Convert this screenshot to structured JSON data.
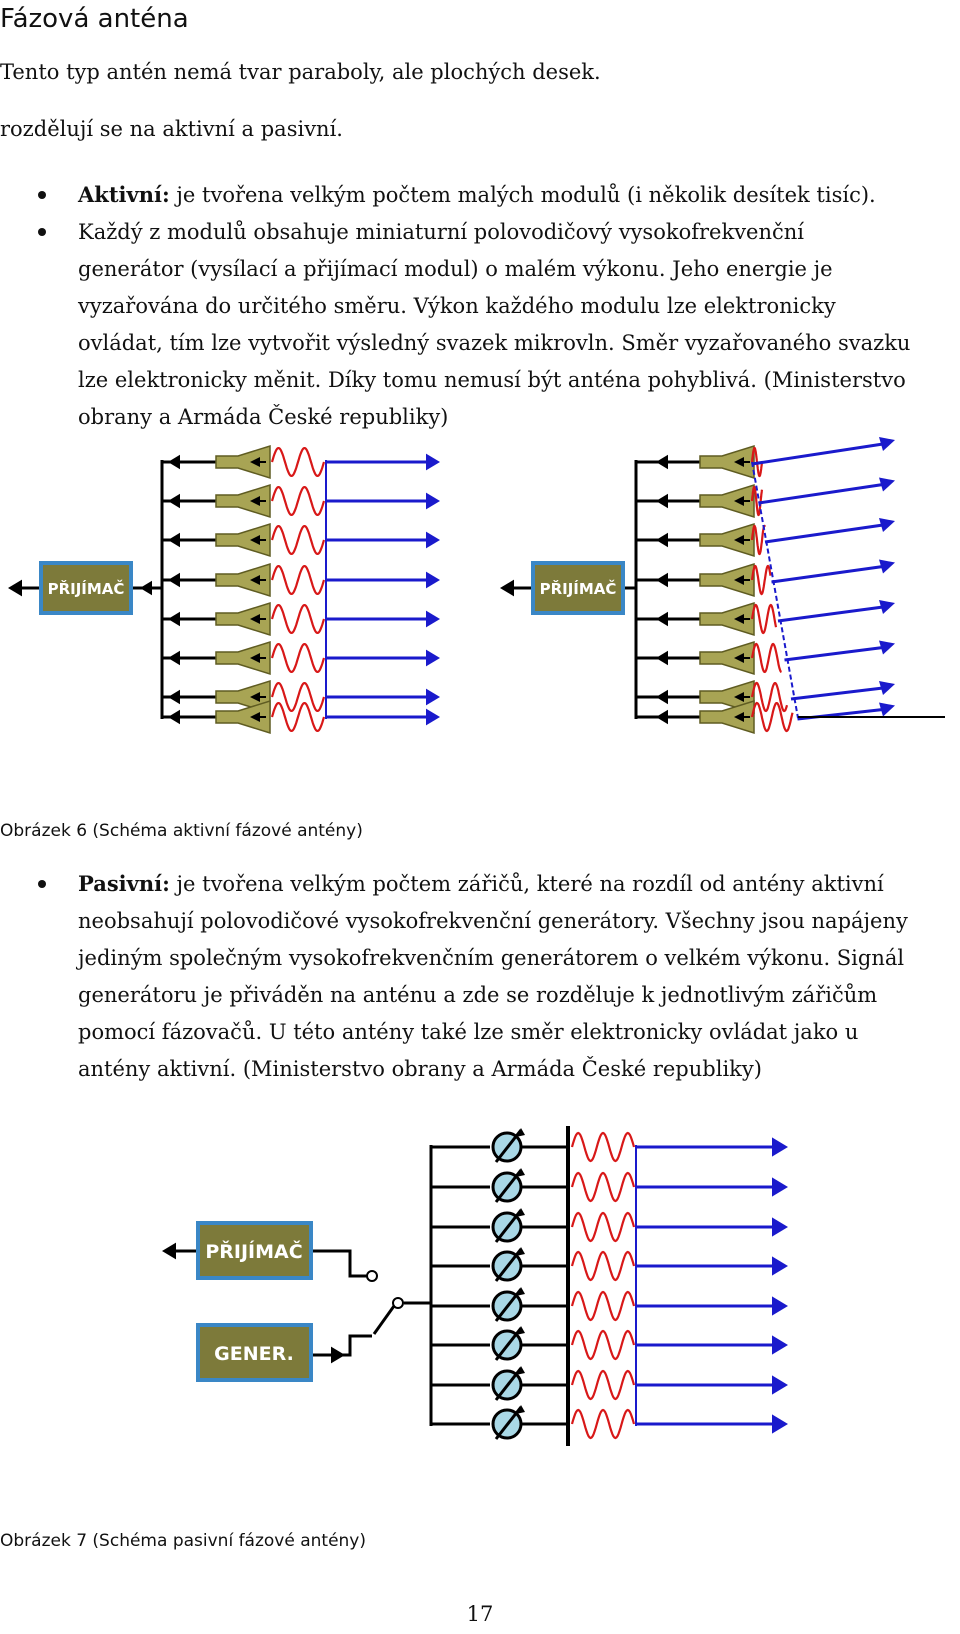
{
  "title": "Fázová anténa",
  "intro": [
    "Tento typ antén nemá tvar paraboly, ale plochých desek.",
    "rozdělují se na aktivní a pasivní."
  ],
  "active": {
    "label": "Aktivní:",
    "lines": [
      " je tvořena velkým počtem malých modulů (i několik desítek tisíc).",
      "Každý z modulů obsahuje miniaturní polovodičový vysokofrekvenční",
      "generátor (vysílací a přijímací modul) o malém výkonu. Jeho energie je",
      "vyzařována do určitého směru. Výkon každého modulu lze elektronicky",
      "ovládat, tím lze vytvořit výsledný svazek mikrovln. Směr vyzařovaného svazku",
      "lze elektronicky měnit. Díky tomu nemusí být anténa pohyblivá. (Ministerstvo",
      "obrany a Armáda České republiky)"
    ]
  },
  "figure6": {
    "receiver_label": "PŘIJÍMAČ",
    "caption": "Obrázek 6 (Schéma aktivní fázové antény)"
  },
  "passive": {
    "label": "Pasivní:",
    "lines": [
      " je tvořena velkým počtem zářičů, které na rozdíl od antény aktivní",
      "neobsahují polovodičové vysokofrekvenční generátory. Všechny jsou napájeny",
      "jediným společným vysokofrekvenčním generátorem o velkém výkonu. Signál",
      "generátoru je přiváděn na anténu a zde se rozděluje k jednotlivým zářičům",
      "pomocí fázovačů. U této antény také lze směr elektronicky ovládat jako u",
      "antény aktivní. (Ministerstvo obrany a Armáda České republiky)"
    ]
  },
  "figure7": {
    "receiver_label": "PŘIJÍMAČ",
    "generator_label": "GENER.",
    "caption": "Obrázek 7 (Schéma pasivní fázové antény)"
  },
  "page_number": "17",
  "colors": {
    "box_fill": "#7d7a3a",
    "box_border": "#3a87c6",
    "amplifier": "#a8a454",
    "wave": "#d81818",
    "beam": "#1a1acc",
    "phaser": "#a9d8e6"
  }
}
